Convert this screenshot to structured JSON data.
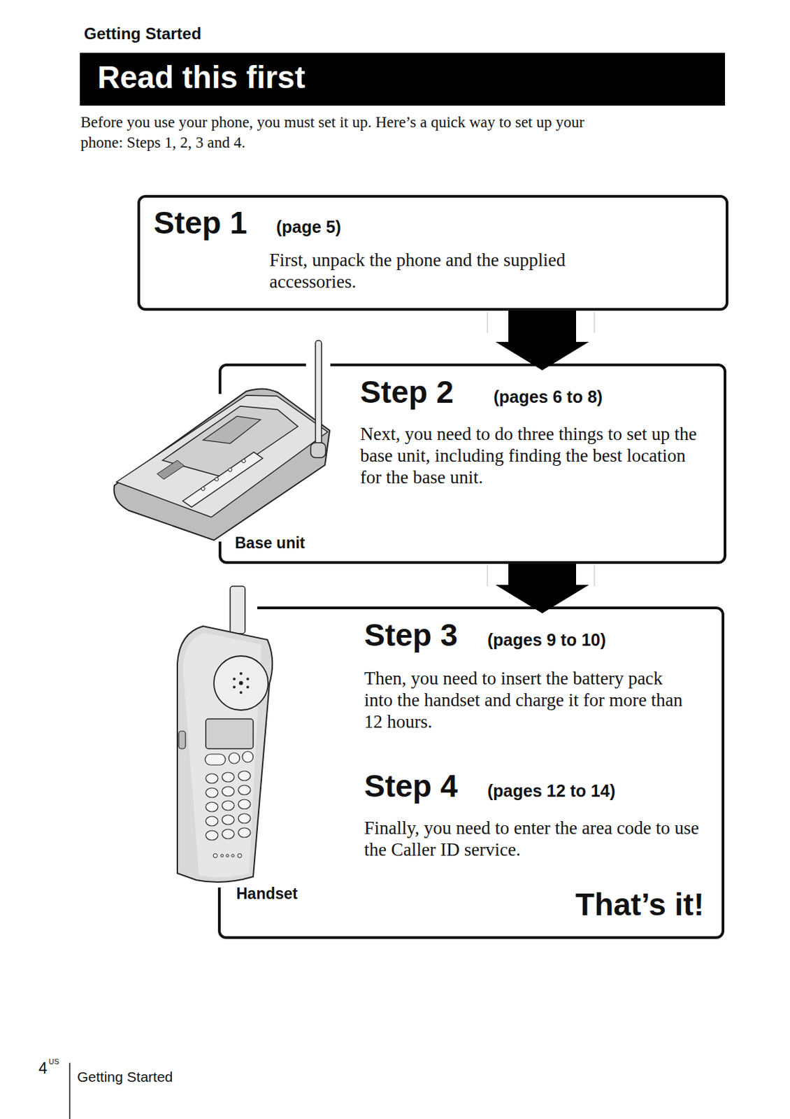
{
  "diagram": {
    "title": "Read this first",
    "nodes": [
      {
        "text": [
          "Step 1",
          "(page 5)",
          "First, unpack the phone and the supplied accessories."
        ]
      },
      {
        "text": [
          "Step 2",
          "(pages 6 to 8)",
          "Next, you need to do three things to set up the base unit, including finding the best location for the base unit."
        ]
      },
      {
        "text": [
          "Step 3",
          "(pages 9 to 10)",
          "Then, you need to insert the battery pack into the handset and charge it for more than 12 hours.",
          "Step 4",
          "(pages 12 to 14)",
          "Finally, you need to enter the area code to use the Caller ID service.",
          "That’s it!"
        ]
      }
    ],
    "edges": [
      {
        "from": 0,
        "to": 1,
        "arrow": "to"
      },
      {
        "from": 1,
        "to": 2,
        "arrow": "to"
      }
    ],
    "labels": [
      "Getting Started",
      "Before you use your phone, you must set it up. Here’s a quick way to set up your phone: Steps 1, 2, 3 and 4.",
      "Base unit",
      "Handset",
      "4",
      "US",
      "Getting Started"
    ]
  }
}
